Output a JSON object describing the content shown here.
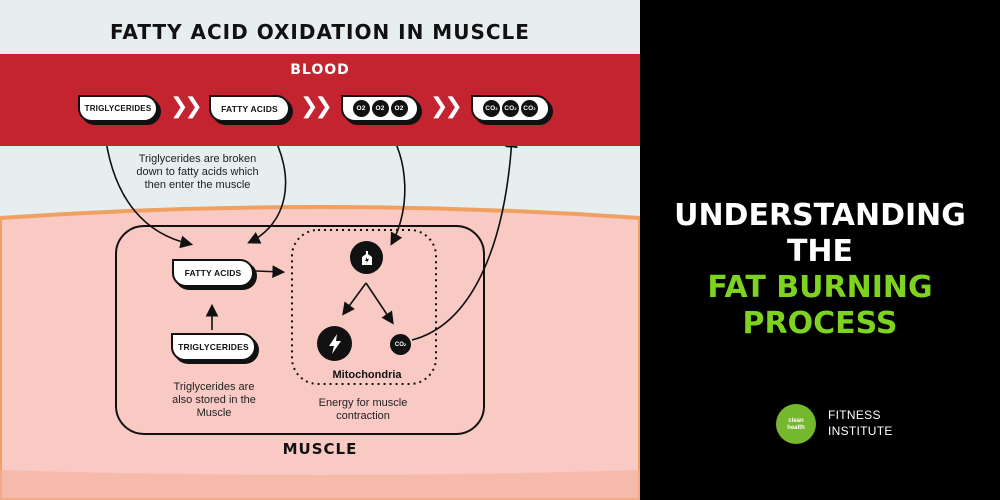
{
  "diagram": {
    "title": "FATTY ACID OXIDATION IN MUSCLE",
    "blood_label": "BLOOD",
    "muscle_label": "MUSCLE",
    "blood_row": {
      "triglycerides": "TRIGLYCERIDES",
      "fatty_acids": "FATTY ACIDS",
      "oxygen": [
        "O2",
        "O2",
        "O2"
      ],
      "co2": [
        "CO",
        "CO",
        "CO"
      ],
      "co2_subscript": "2",
      "chevron": "❯❯"
    },
    "note_broken_down": "Triglycerides are broken down to fatty acids which then enter the muscle",
    "muscle_row": {
      "fatty_acids": "FATTY ACIDS",
      "triglycerides": "TRIGLYCERIDES",
      "note_stored": "Triglycerides are also stored in the Muscle",
      "mitochondria_label": "Mitochondria",
      "energy_note": "Energy for muscle contraction",
      "co2": "CO",
      "co2_subscript": "2"
    },
    "icons": [
      "mitochondria-icon",
      "lightning-icon"
    ],
    "colors": {
      "blood": "#c4242f",
      "muscle": "#f9c9c4",
      "fat_layer": "#f0a060"
    }
  },
  "promo": {
    "headline_line1": "UNDERSTANDING THE",
    "headline_line2": "FAT BURNING",
    "headline_line3": "PROCESS",
    "logo_word1": "clean",
    "logo_word2": "health",
    "brand_line1": "FITNESS",
    "brand_line2": "INSTITUTE",
    "colors": {
      "accent": "#7ed321",
      "background": "#000000"
    }
  }
}
